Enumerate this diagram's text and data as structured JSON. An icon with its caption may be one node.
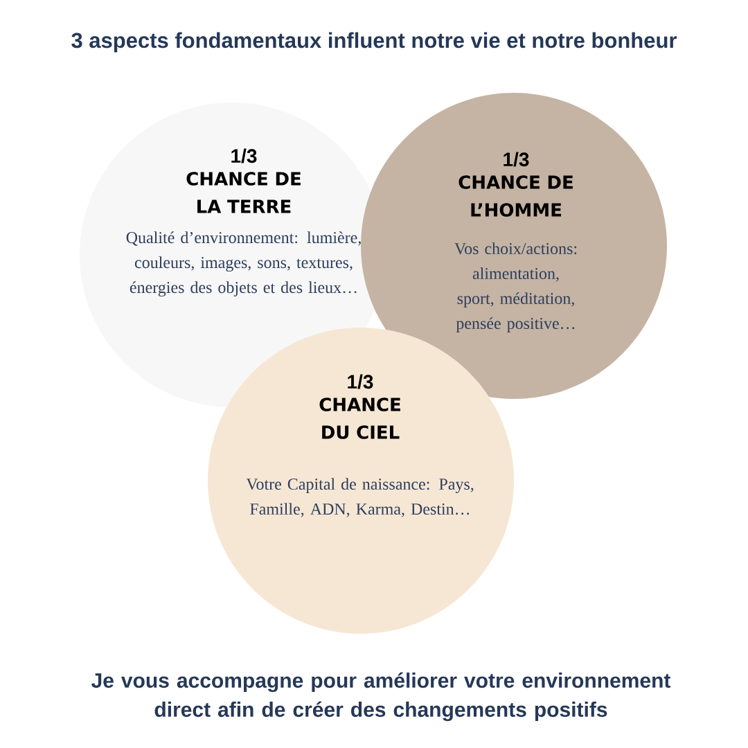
{
  "diagram": {
    "title": "3 aspects fondamentaux influent notre vie et notre bonheur",
    "nodes": [
      {
        "text": [
          "1/3",
          "CHANCE DE LA TERRE",
          "Qualité d’environnement: lumière, couleurs, images, sons, textures, énergies des objets et des lieux…"
        ]
      },
      {
        "text": [
          "1/3",
          "CHANCE DE L’HOMME",
          "Vos choix/actions: alimentation, sport, méditation, pensée positive…"
        ]
      },
      {
        "text": [
          "1/3",
          "CHANCE DU CIEL",
          "Votre Capital de naissance: Pays, Famille, ADN, Karma, Destin…"
        ]
      }
    ],
    "caption": "Je vous accompagne pour améliorer votre environnement direct afin de créer des changements positifs"
  }
}
